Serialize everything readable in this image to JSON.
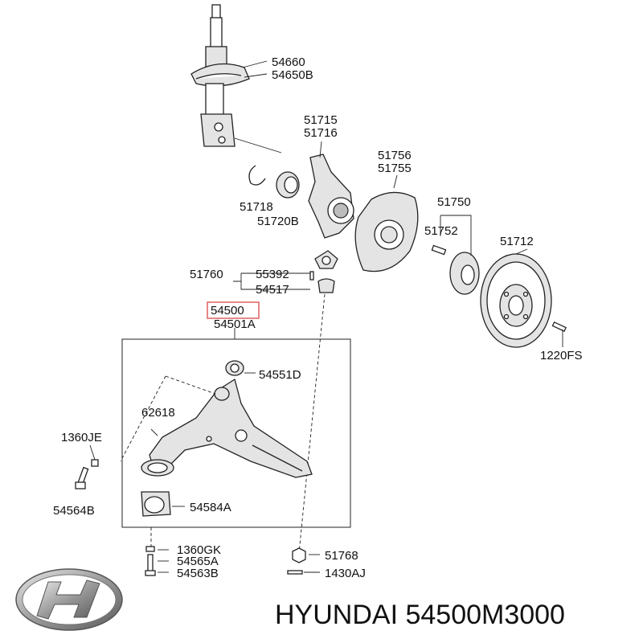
{
  "parts": {
    "p54660": "54660",
    "p54650B": "54650B",
    "p51715": "51715",
    "p51716": "51716",
    "p51756": "51756",
    "p51755": "51755",
    "p51718": "51718",
    "p51720B": "51720B",
    "p51750": "51750",
    "p51752": "51752",
    "p51712": "51712",
    "p51760": "51760",
    "p55392": "55392",
    "p54517": "54517",
    "p54500": "54500",
    "p54501A": "54501A",
    "p1220FS": "1220FS",
    "p54551D": "54551D",
    "p62618": "62618",
    "p1360JE": "1360JE",
    "p54564B": "54564B",
    "p54584A": "54584A",
    "p1360GK": "1360GK",
    "p54565A": "54565A",
    "p54563B": "54563B",
    "p51768": "51768",
    "p1430AJ": "1430AJ"
  },
  "highlight_color": "#e06060",
  "brand": {
    "logo_icon": "hyundai-logo",
    "caption": "HYUNDAI 54500M3000"
  }
}
